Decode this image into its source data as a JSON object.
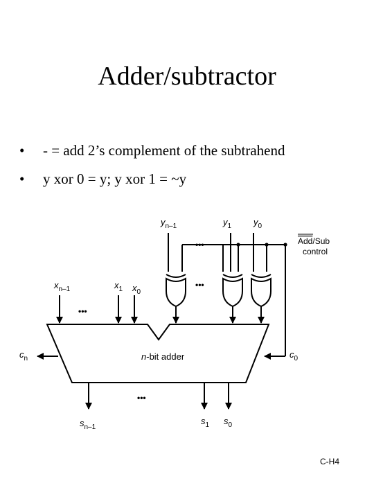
{
  "title": "Adder/subtractor",
  "bullets": [
    {
      "symbol": "•",
      "text": "- = add 2’s complement of the subtrahend"
    },
    {
      "symbol": "•",
      "text": "y xor 0 = y; y xor 1 = ~y"
    }
  ],
  "diagram": {
    "inputs_y": [
      {
        "base": "y",
        "sub": "n–1"
      },
      {
        "base": "y",
        "sub": "1"
      },
      {
        "base": "y",
        "sub": "0"
      }
    ],
    "inputs_x": [
      {
        "base": "x",
        "sub": "n–1"
      },
      {
        "base": "x",
        "sub": "1"
      },
      {
        "base": "x",
        "sub": "0"
      }
    ],
    "control": {
      "line1_over": "Add",
      "line1_rest": "/Sub",
      "line2": "control"
    },
    "adder_label": {
      "italic": "n",
      "rest": "-bit adder"
    },
    "carry_out": {
      "base": "c",
      "sub": "n"
    },
    "carry_in": {
      "base": "c",
      "sub": "0"
    },
    "outputs_s": [
      {
        "base": "s",
        "sub": "n–1"
      },
      {
        "base": "s",
        "sub": "1"
      },
      {
        "base": "s",
        "sub": "0"
      }
    ],
    "ellipsis": "•••"
  },
  "footer": "C-H4"
}
